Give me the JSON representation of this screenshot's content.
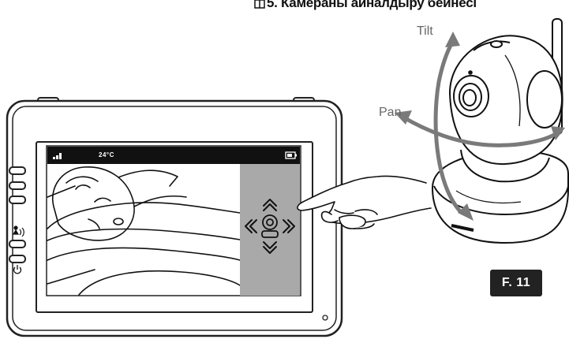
{
  "heading": {
    "text": "5. Камераны айналдыру бейнесі"
  },
  "figure": {
    "label": "F. 11"
  },
  "camera": {
    "tilt_label": "Tilt",
    "pan_label": "Pan"
  },
  "monitor": {
    "temperature": "24°C",
    "side_icons": [
      "talk-icon",
      "power-icon"
    ],
    "control_icons": [
      "arrow-up-icon",
      "arrow-left-icon",
      "camera-icon",
      "arrow-right-icon",
      "arrow-down-icon"
    ]
  },
  "colors": {
    "control_panel": "#a9a9a9",
    "screen_bar": "#111111",
    "arrow_gray": "#7a7a7a"
  }
}
